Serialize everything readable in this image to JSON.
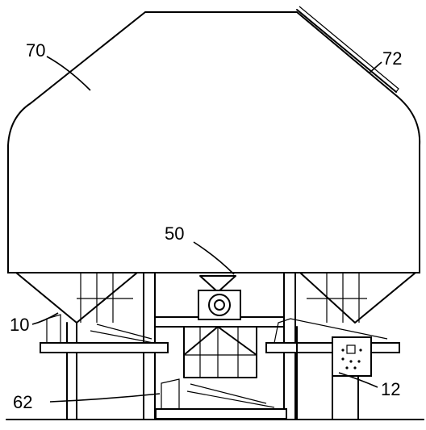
{
  "labels": {
    "housing": "70",
    "panel": "72",
    "hub": "50",
    "frame": "10",
    "console": "12",
    "tray": "62"
  },
  "colors": {
    "line": "#000000",
    "background": "#ffffff"
  }
}
